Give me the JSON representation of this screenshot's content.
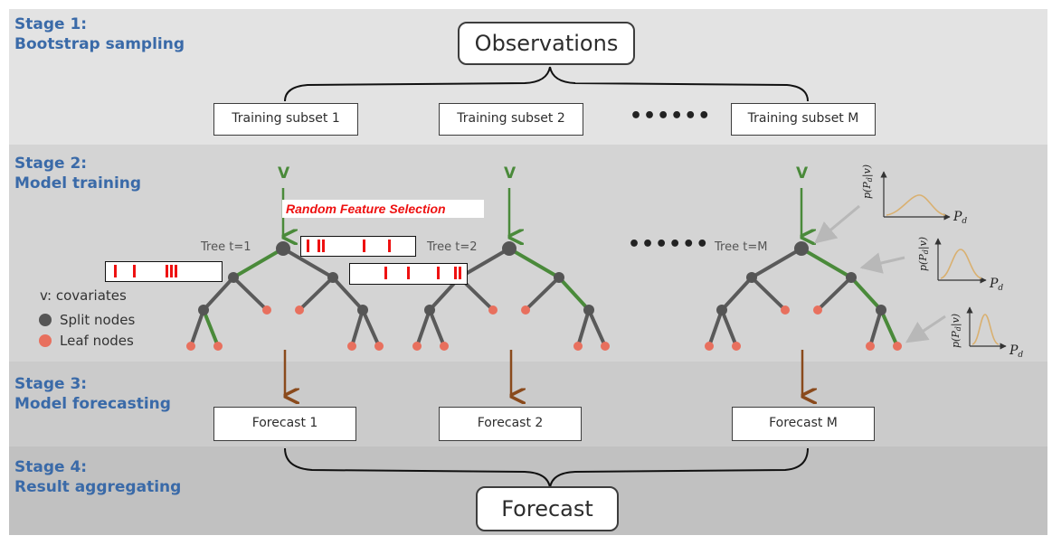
{
  "stages": [
    {
      "title": "Stage 1:",
      "subtitle": "Bootstrap sampling"
    },
    {
      "title": "Stage 2:",
      "subtitle": "Model training"
    },
    {
      "title": "Stage 3:",
      "subtitle": "Model forecasting"
    },
    {
      "title": "Stage 4:",
      "subtitle": "Result aggregating"
    }
  ],
  "observations_label": "Observations",
  "training_subsets": [
    "Training subset 1",
    "Training subset 2",
    "Training subset M"
  ],
  "forecast_labels": [
    "Forecast 1",
    "Forecast 2",
    "Forecast M"
  ],
  "final_forecast_label": "Forecast",
  "ellipsis": "••••••",
  "input_symbol": "V",
  "trees": [
    "Tree t=1",
    "Tree t=2",
    "Tree t=M"
  ],
  "random_feature_selection": "Random Feature Selection",
  "legend": {
    "covariates": "v: covariates",
    "split_nodes": "Split nodes",
    "leaf_nodes": "Leaf nodes"
  },
  "density_plot": {
    "y_label": "p(Pd|v)",
    "x_label": "Pd"
  },
  "colors": {
    "stage_label": "#3a6aa8",
    "split_node": "#555555",
    "leaf_node": "#e8705e",
    "highlight_branch": "#4a8a3a",
    "random_feature": "#ee1111",
    "forecast_arrow": "#8a4a1c",
    "density_curve": "#d9b070"
  }
}
